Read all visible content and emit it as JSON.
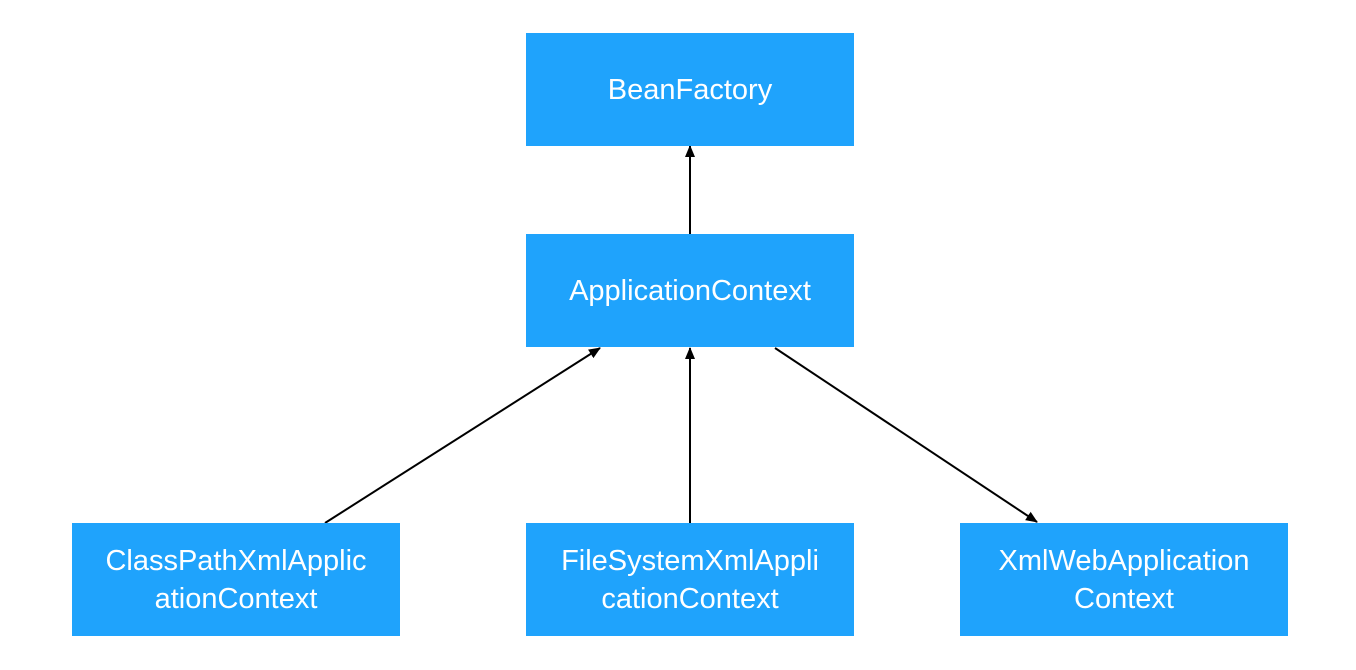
{
  "nodes": {
    "bean_factory": {
      "lines": [
        "BeanFactory"
      ]
    },
    "application_context": {
      "lines": [
        "ApplicationContext"
      ]
    },
    "classpath_xml": {
      "lines": [
        "ClassPathXmlApplic",
        "ationContext"
      ]
    },
    "filesystem_xml": {
      "lines": [
        "FileSystemXmlAppli",
        "cationContext"
      ]
    },
    "xml_web": {
      "lines": [
        "XmlWebApplication",
        "Context"
      ]
    }
  },
  "edges": [
    {
      "from": "application_context",
      "to": "bean_factory"
    },
    {
      "from": "classpath_xml",
      "to": "application_context"
    },
    {
      "from": "filesystem_xml",
      "to": "application_context"
    },
    {
      "from": "application_context",
      "to": "xml_web"
    }
  ],
  "colors": {
    "node_fill": "#1fa3fc",
    "node_text": "#ffffff",
    "edge": "#000000"
  }
}
